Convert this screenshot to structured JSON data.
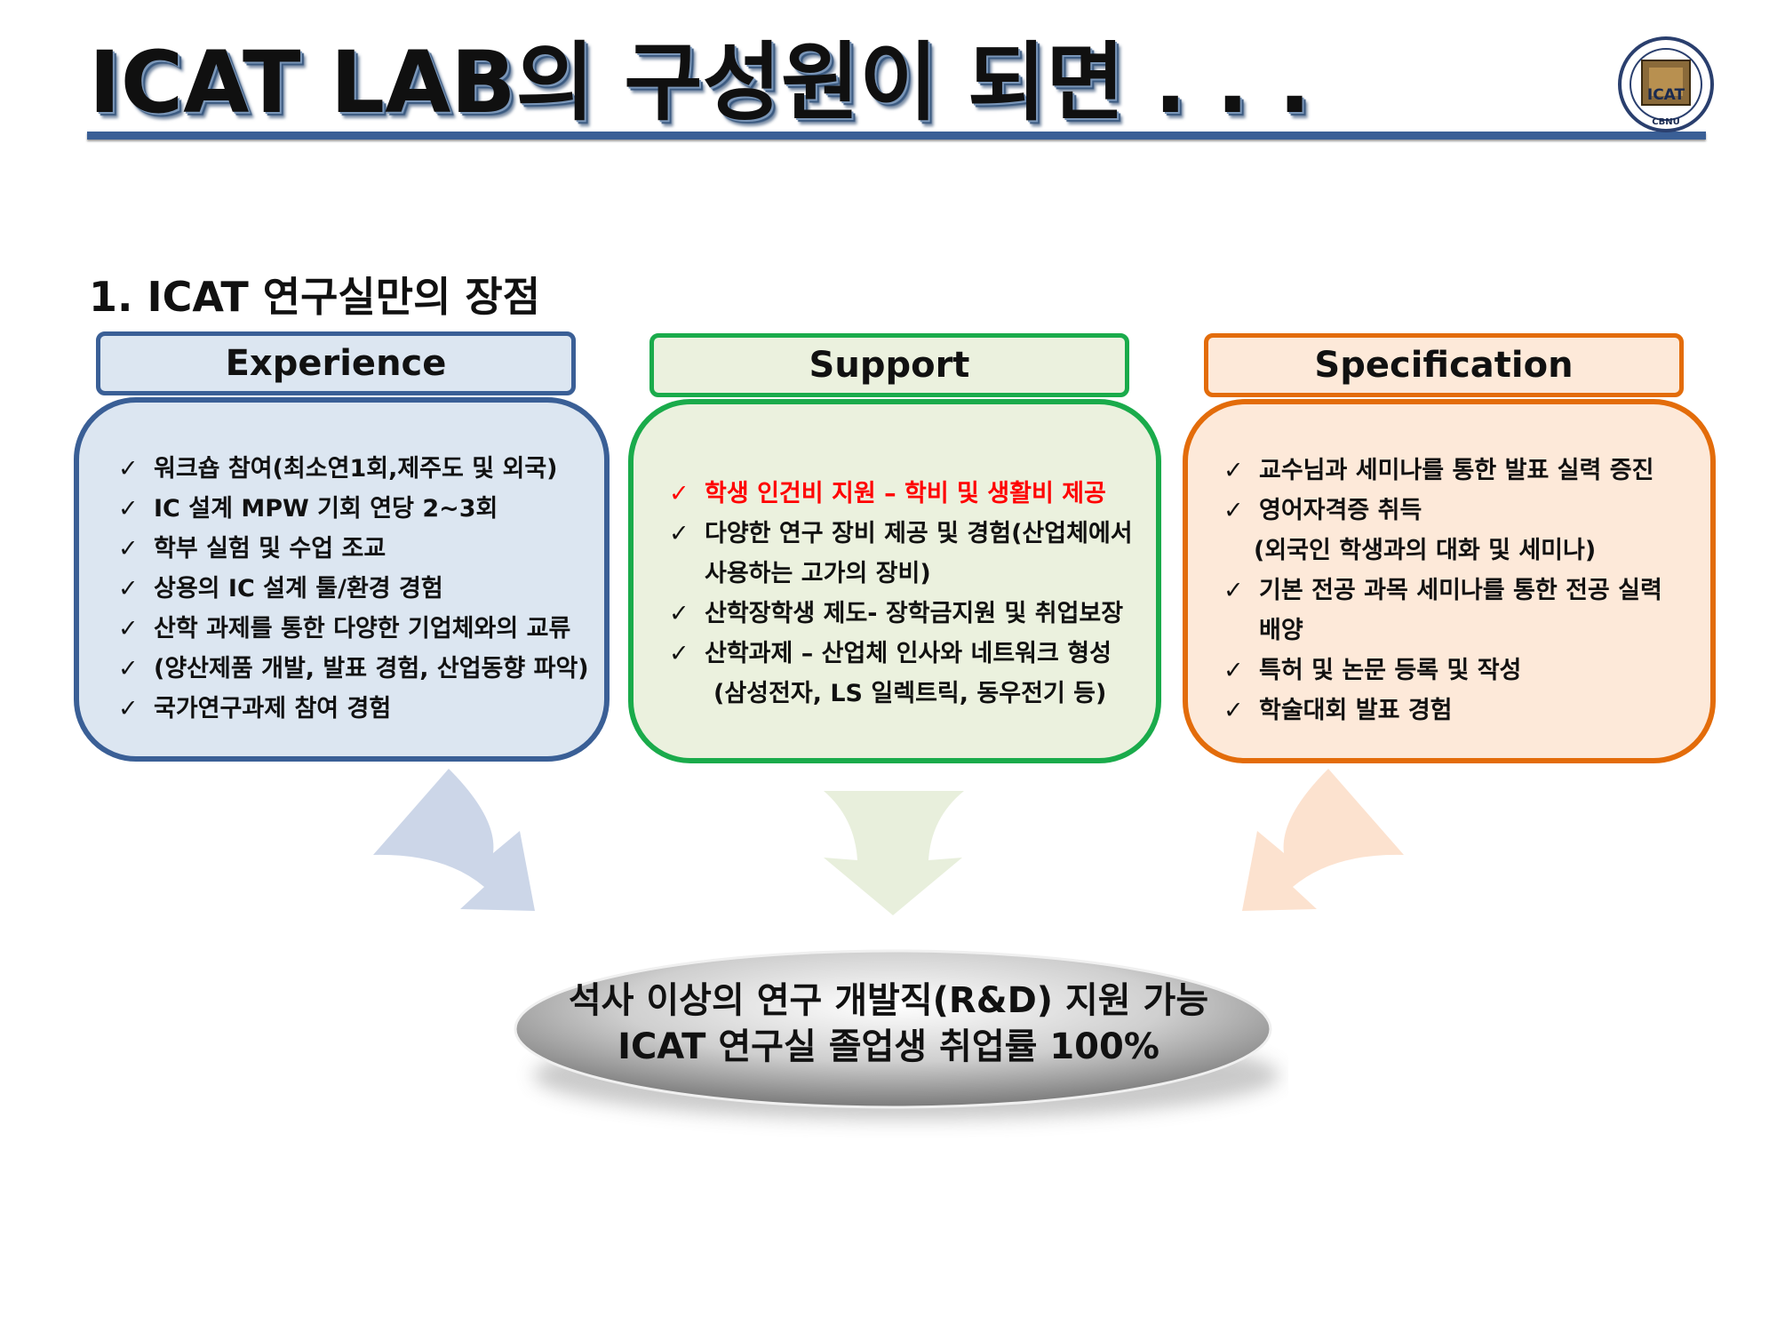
{
  "title": "ICAT LAB의 구성원이 되면 . . .",
  "logo": {
    "name": "ICAT",
    "sub": "CBNU"
  },
  "section": {
    "heading": "1.  ICAT 연구실만의 장점"
  },
  "colors": {
    "experience": "#3a5f96",
    "experience_fill": "#dce6f1",
    "support": "#1aab4b",
    "support_fill": "#ebf1de",
    "specification": "#e36c0a",
    "specification_fill": "#fde9d9",
    "highlight": "#ff0000"
  },
  "columns": [
    {
      "label": "Experience",
      "items": [
        "워크숍 참여(최소연1회,제주도 및 외국)",
        "IC 설계 MPW 기회 연당 2~3회",
        "학부 실험 및 수업 조교",
        "상용의 IC 설계 툴/환경 경험",
        "산학 과제를 통한 다양한 기업체와의 교류",
        "(양산제품 개발, 발표 경험, 산업동향 파악)",
        "국가연구과제 참여 경험"
      ]
    },
    {
      "label": "Support",
      "items": [
        "학생 인건비 지원 – 학비 및 생활비 제공",
        "다양한 연구 장비 제공 및 경험(산업체에서",
        "사용하는 고가의 장비)",
        "산학장학생 제도- 장학금지원 및 취업보장",
        "산학과제 – 산업체 인사와 네트워크 형성",
        "(삼성전자, LS 일렉트릭, 동우전기 등)"
      ]
    },
    {
      "label": "Specification",
      "items": [
        "교수님과 세미나를 통한 발표 실력 증진",
        "영어자격증 취득",
        "(외국인 학생과의 대화 및 세미나)",
        "기본 전공 과목 세미나를 통한 전공 실력",
        "배양",
        "특허 및 논문 등록 및 작성",
        "학술대회 발표 경험"
      ]
    }
  ],
  "result": {
    "line1": "석사 이상의 연구 개발직(R&D) 지원 가능",
    "line2": "ICAT 연구실 졸업생 취업률 100%"
  }
}
